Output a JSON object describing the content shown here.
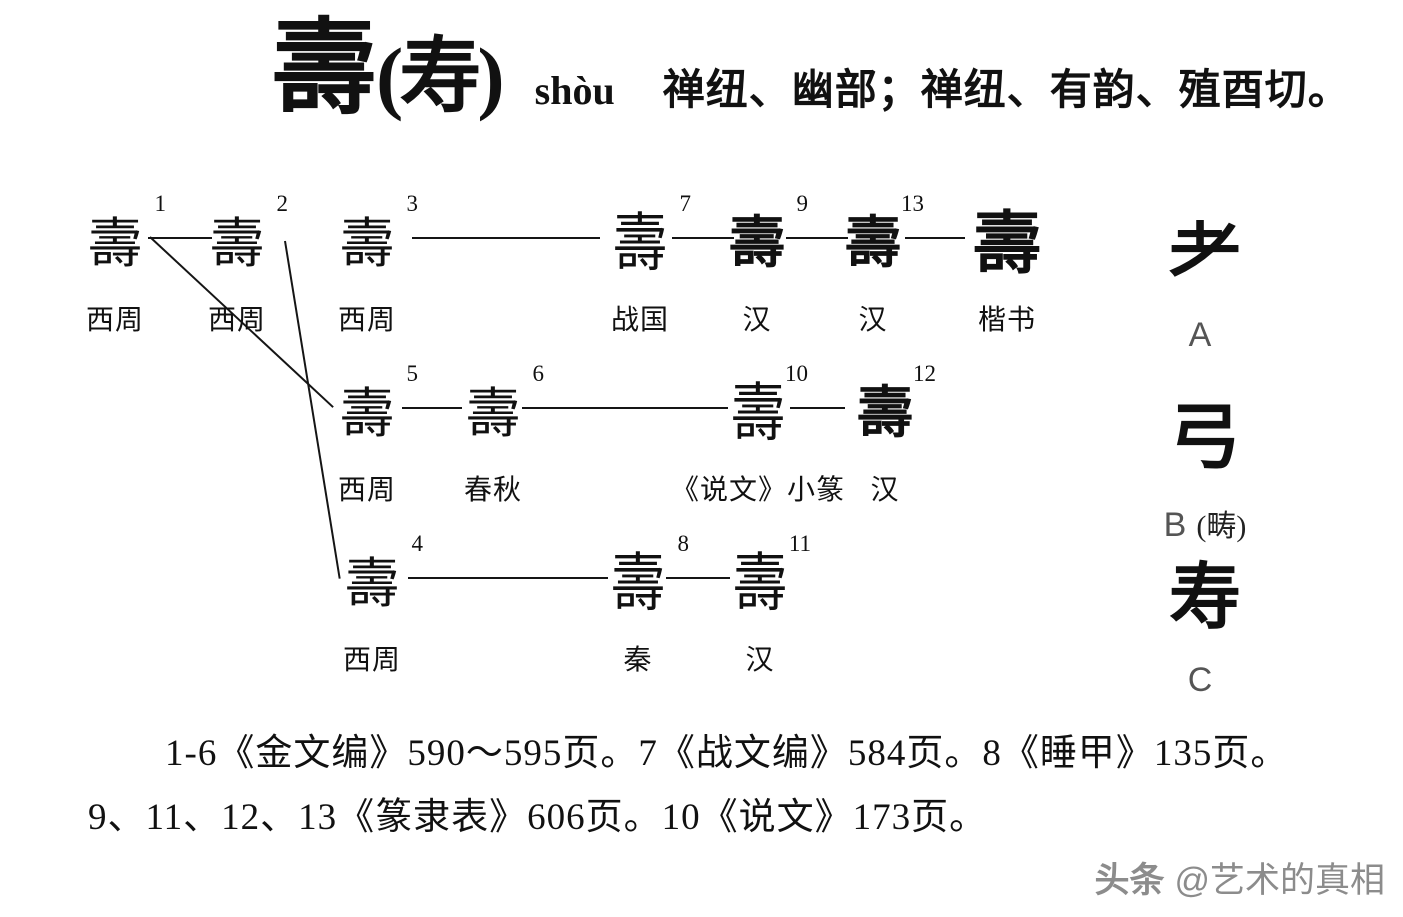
{
  "header": {
    "main_char": "壽",
    "variant": "(寿)",
    "pinyin": "shòu",
    "phonology": "禅纽、幽部；禅纽、有韵、殖酉切。"
  },
  "rows": [
    {
      "name": "row-1",
      "items": [
        {
          "num": "1",
          "glyph": "壽",
          "label": "西周"
        },
        {
          "num": "2",
          "glyph": "壽",
          "label": "西周"
        },
        {
          "num": "3",
          "glyph": "壽",
          "label": "西周"
        },
        {
          "num": "7",
          "glyph": "壽",
          "label": "战国"
        },
        {
          "num": "9",
          "glyph": "壽",
          "label": "汉"
        },
        {
          "num": "13",
          "glyph": "壽",
          "label": "汉"
        },
        {
          "num": "",
          "glyph": "壽",
          "label": "楷书"
        }
      ]
    },
    {
      "name": "row-2",
      "items": [
        {
          "num": "5",
          "glyph": "壽",
          "label": "西周"
        },
        {
          "num": "6",
          "glyph": "壽",
          "label": "春秋"
        },
        {
          "num": "10",
          "glyph": "壽",
          "label": "《说文》小篆"
        },
        {
          "num": "12",
          "glyph": "壽",
          "label": "汉"
        }
      ]
    },
    {
      "name": "row-3",
      "items": [
        {
          "num": "4",
          "glyph": "壽",
          "label": "西周"
        },
        {
          "num": "8",
          "glyph": "壽",
          "label": "秦"
        },
        {
          "num": "11",
          "glyph": "壽",
          "label": "汉"
        }
      ]
    }
  ],
  "side_forms": [
    {
      "glyph": "耂",
      "label": "A",
      "note": ""
    },
    {
      "glyph": "弓",
      "label": "B",
      "note": "(畴)"
    },
    {
      "glyph": "寿",
      "label": "C",
      "note": ""
    }
  ],
  "footnotes": [
    "1-6《金文编》590～595页。7《战文编》584页。8《睡甲》135页。",
    "9、11、12、13《篆隶表》606页。10《说文》173页。"
  ],
  "watermark": {
    "brand": "头条",
    "handle": "@艺术的真相"
  }
}
